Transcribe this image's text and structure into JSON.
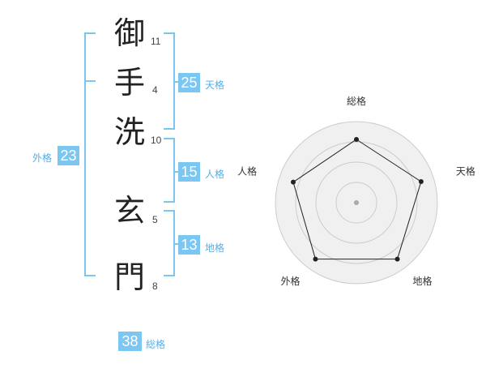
{
  "name": {
    "characters": [
      {
        "char": "御",
        "strokes": "11"
      },
      {
        "char": "手",
        "strokes": "4"
      },
      {
        "char": "洗",
        "strokes": "10"
      },
      {
        "char": "玄",
        "strokes": "5"
      },
      {
        "char": "門",
        "strokes": "8"
      }
    ]
  },
  "fortunes": {
    "tenkaku": {
      "value": "25",
      "label": "天格"
    },
    "jinkaku": {
      "value": "15",
      "label": "人格"
    },
    "chikaku": {
      "value": "13",
      "label": "地格"
    },
    "gaikaku": {
      "value": "23",
      "label": "外格"
    },
    "soukaku": {
      "value": "38",
      "label": "総格"
    }
  },
  "chart_data": {
    "type": "radar",
    "axes": [
      "総格",
      "天格",
      "地格",
      "外格",
      "人格"
    ],
    "values": [
      0.78,
      0.84,
      0.86,
      0.86,
      0.82
    ],
    "range": [
      0,
      1
    ],
    "rings": 4,
    "colors": {
      "fill": "#f0f0f0",
      "ring": "#cccccc",
      "line": "#222222",
      "center": "#aaaaaa"
    }
  }
}
